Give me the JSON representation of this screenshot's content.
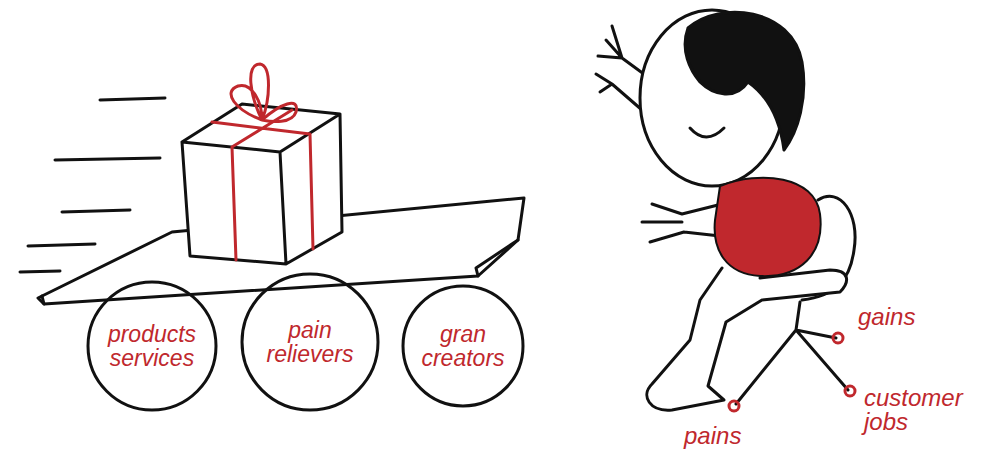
{
  "diagram": {
    "nodes": [
      {
        "text": [
          "products services"
        ]
      },
      {
        "text": [
          "pain relievers"
        ]
      },
      {
        "text": [
          "gran creators"
        ]
      }
    ],
    "labels": [
      "gains",
      "customer jobs",
      "pains"
    ]
  }
}
